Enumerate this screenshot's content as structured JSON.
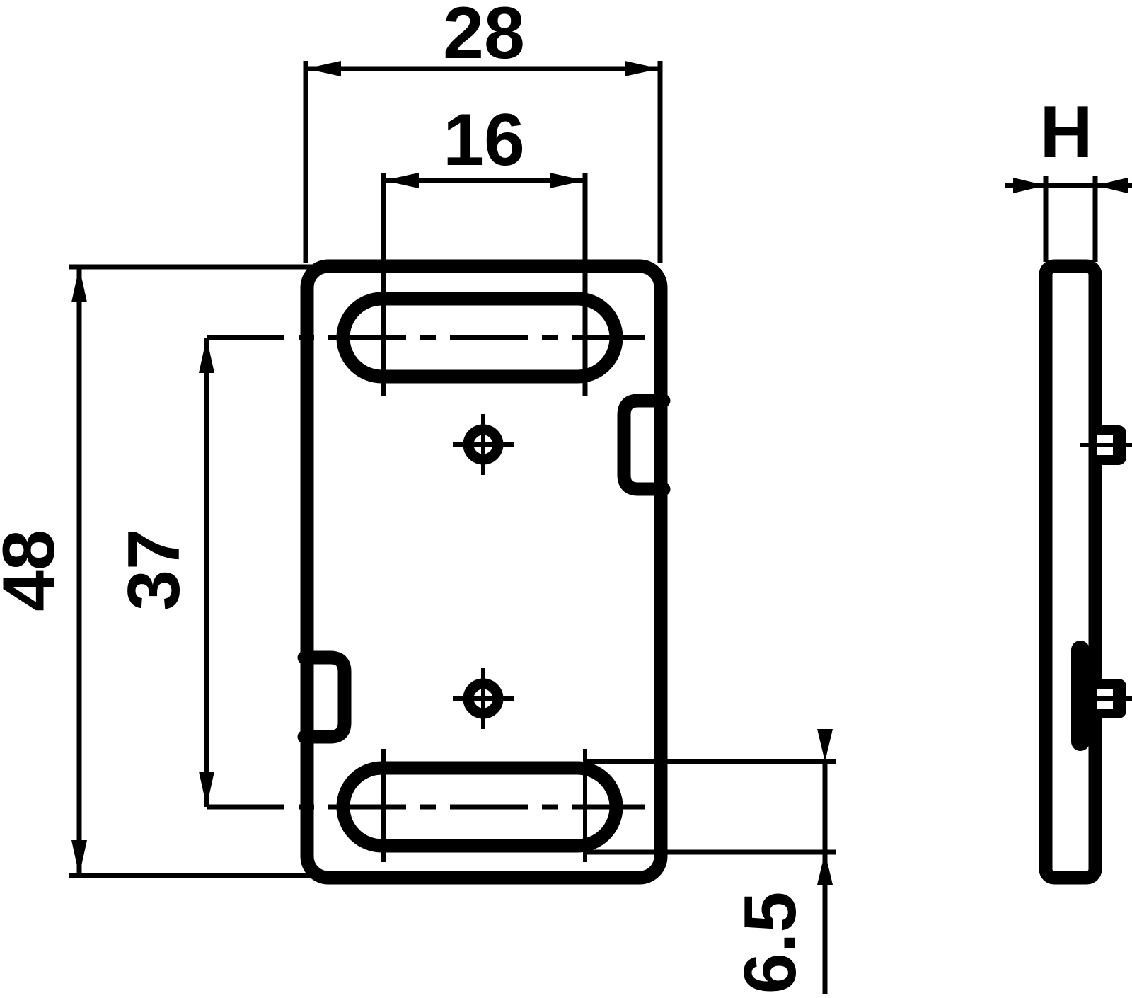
{
  "theme": {
    "ink": "#000000",
    "paper": "#ffffff"
  },
  "drawing": {
    "dimensions": {
      "overall_width": "28",
      "slot_length": "16",
      "overall_height": "48",
      "slot_center_distance": "37",
      "slot_width": "6.5",
      "thickness": "H"
    }
  }
}
